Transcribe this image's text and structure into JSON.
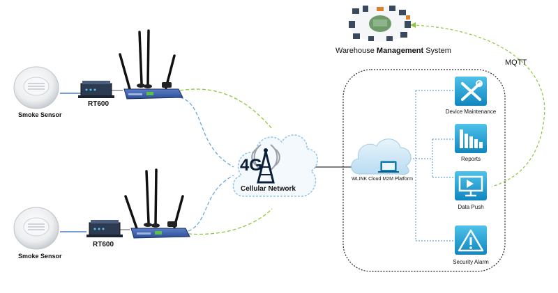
{
  "sensors": [
    {
      "label": "Smoke Sensor"
    },
    {
      "label": "Smoke Sensor"
    }
  ],
  "routers": [
    {
      "label": "RT600"
    },
    {
      "label": "RT600"
    }
  ],
  "cellular": {
    "badge": "4G",
    "label": "Cellular Network"
  },
  "warehouse": {
    "title_pre": "Warehouse ",
    "title_bold": "Management",
    "title_post": " System"
  },
  "mqtt_label": "MQTT",
  "platform": {
    "label": "WLINK Cloud M2M Platform"
  },
  "services": [
    {
      "label": "Device Maintenance",
      "icon": "tools-icon"
    },
    {
      "label": "Reports",
      "icon": "bar-chart-icon"
    },
    {
      "label": "Data Push",
      "icon": "monitor-icon"
    },
    {
      "label": "Security Alarm",
      "icon": "warning-icon"
    }
  ],
  "colors": {
    "accent": "#1fa3d6",
    "link_blue": "#5b9bd5",
    "link_green": "#8cc63f"
  }
}
